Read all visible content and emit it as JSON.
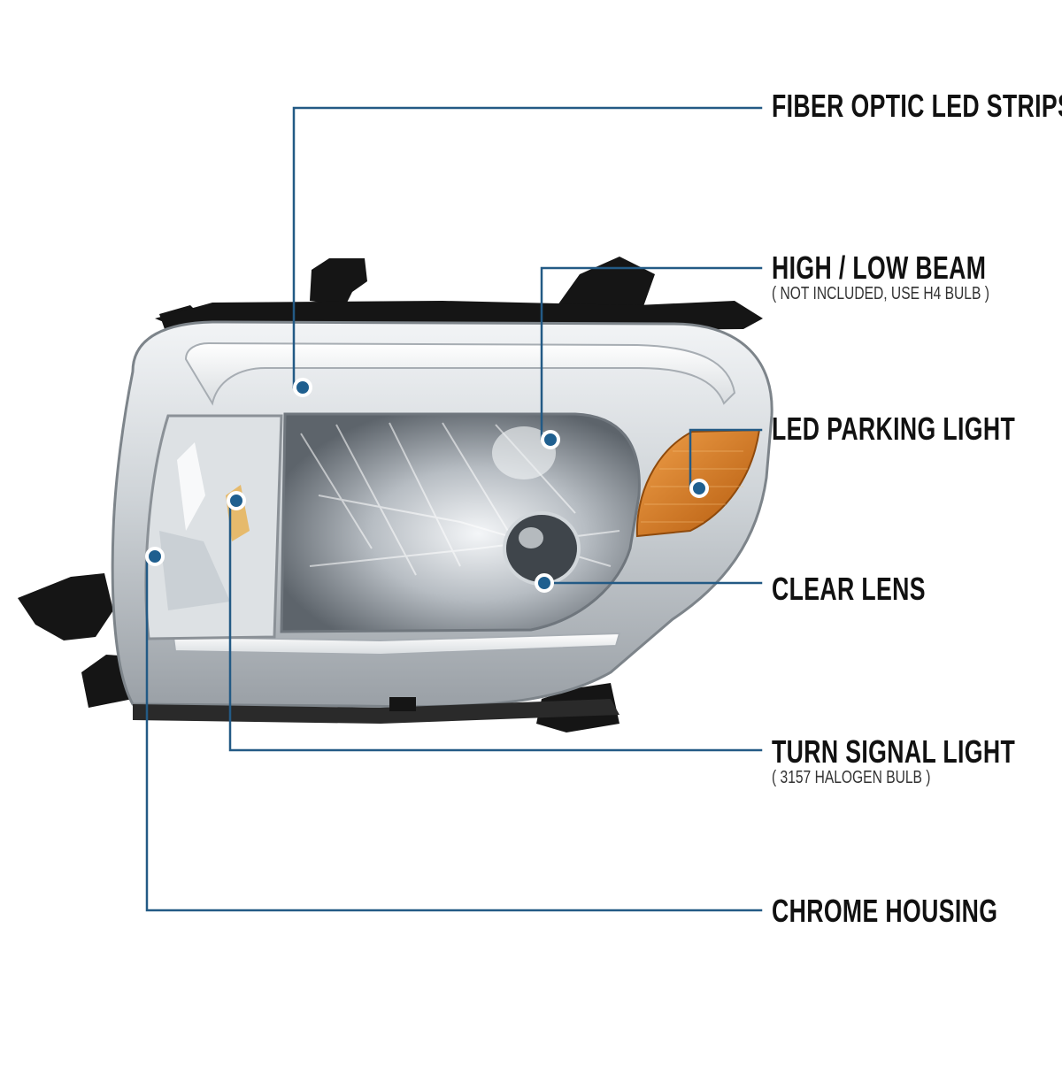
{
  "colors": {
    "leader_line": "#235a85",
    "dot_fill": "#1f5f8f",
    "dot_ring": "#ffffff",
    "amber": "#c96f14",
    "chrome_light": "#e6e9ec",
    "chrome_dark": "#8a9096",
    "housing_black": "#151515"
  },
  "callouts": [
    {
      "id": "fiber-optic",
      "title": "FIBER OPTIC LED STRIPS",
      "note": ""
    },
    {
      "id": "high-low-beam",
      "title": "HIGH / LOW BEAM",
      "note": "( NOT INCLUDED, USE H4 BULB )"
    },
    {
      "id": "led-parking",
      "title": "LED PARKING LIGHT",
      "note": ""
    },
    {
      "id": "clear-lens",
      "title": "CLEAR LENS",
      "note": ""
    },
    {
      "id": "turn-signal",
      "title": "TURN SIGNAL LIGHT",
      "note": "( 3157 HALOGEN BULB )"
    },
    {
      "id": "chrome-housing",
      "title": "CHROME HOUSING",
      "note": ""
    }
  ]
}
